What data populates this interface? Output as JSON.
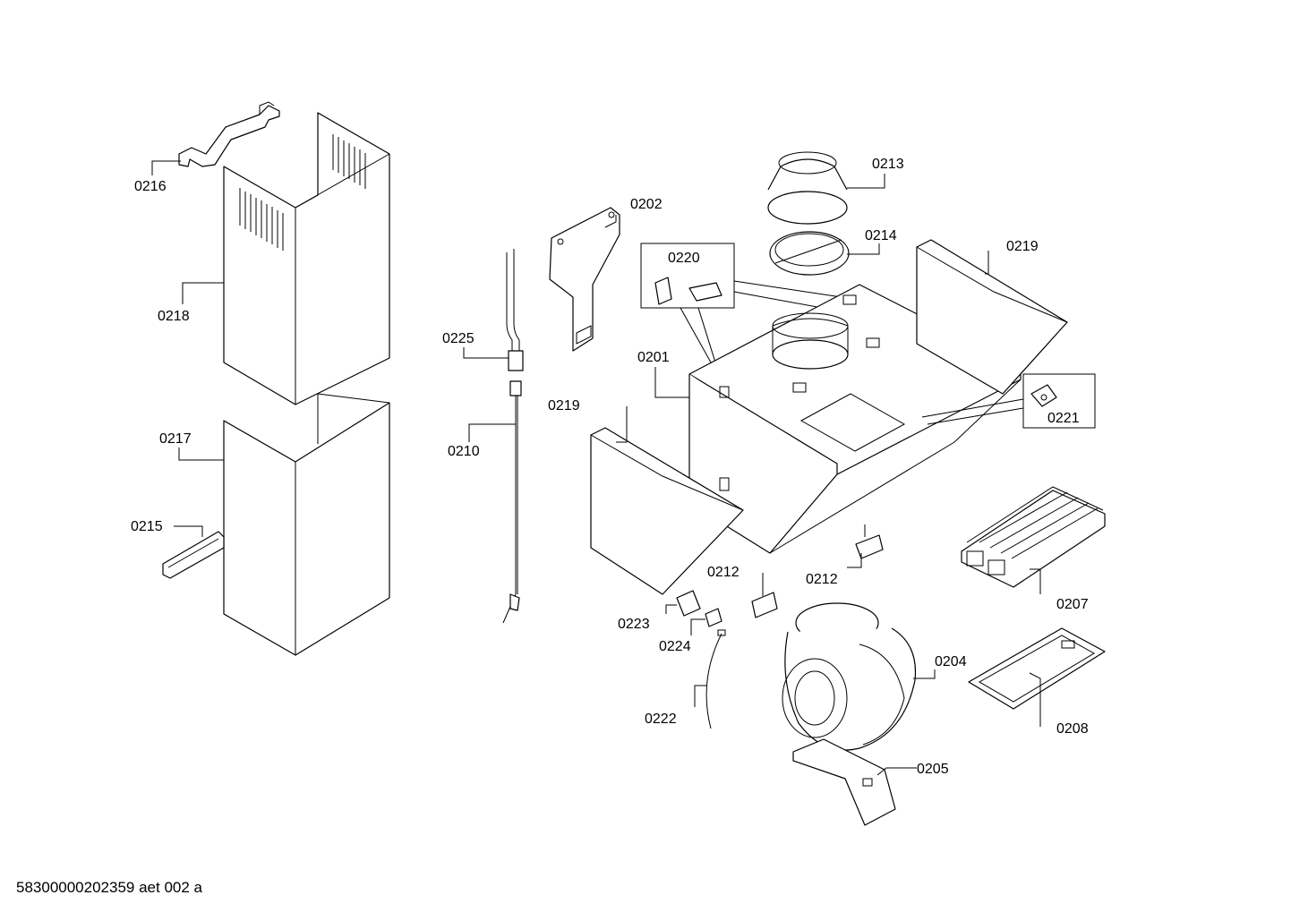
{
  "footer": {
    "code": "58300000202359 aet 002 a"
  },
  "callouts": {
    "c0216": "0216",
    "c0218": "0218",
    "c0217": "0217",
    "c0215": "0215",
    "c0225": "0225",
    "c0210": "0210",
    "c0202": "0202",
    "c0220": "0220",
    "c0201": "0201",
    "c0219a": "0219",
    "c0213": "0213",
    "c0214": "0214",
    "c0219b": "0219",
    "c0221": "0221",
    "c0212a": "0212",
    "c0212b": "0212",
    "c0207": "0207",
    "c0223": "0223",
    "c0224": "0224",
    "c0204": "0204",
    "c0222": "0222",
    "c0208": "0208",
    "c0205": "0205"
  }
}
